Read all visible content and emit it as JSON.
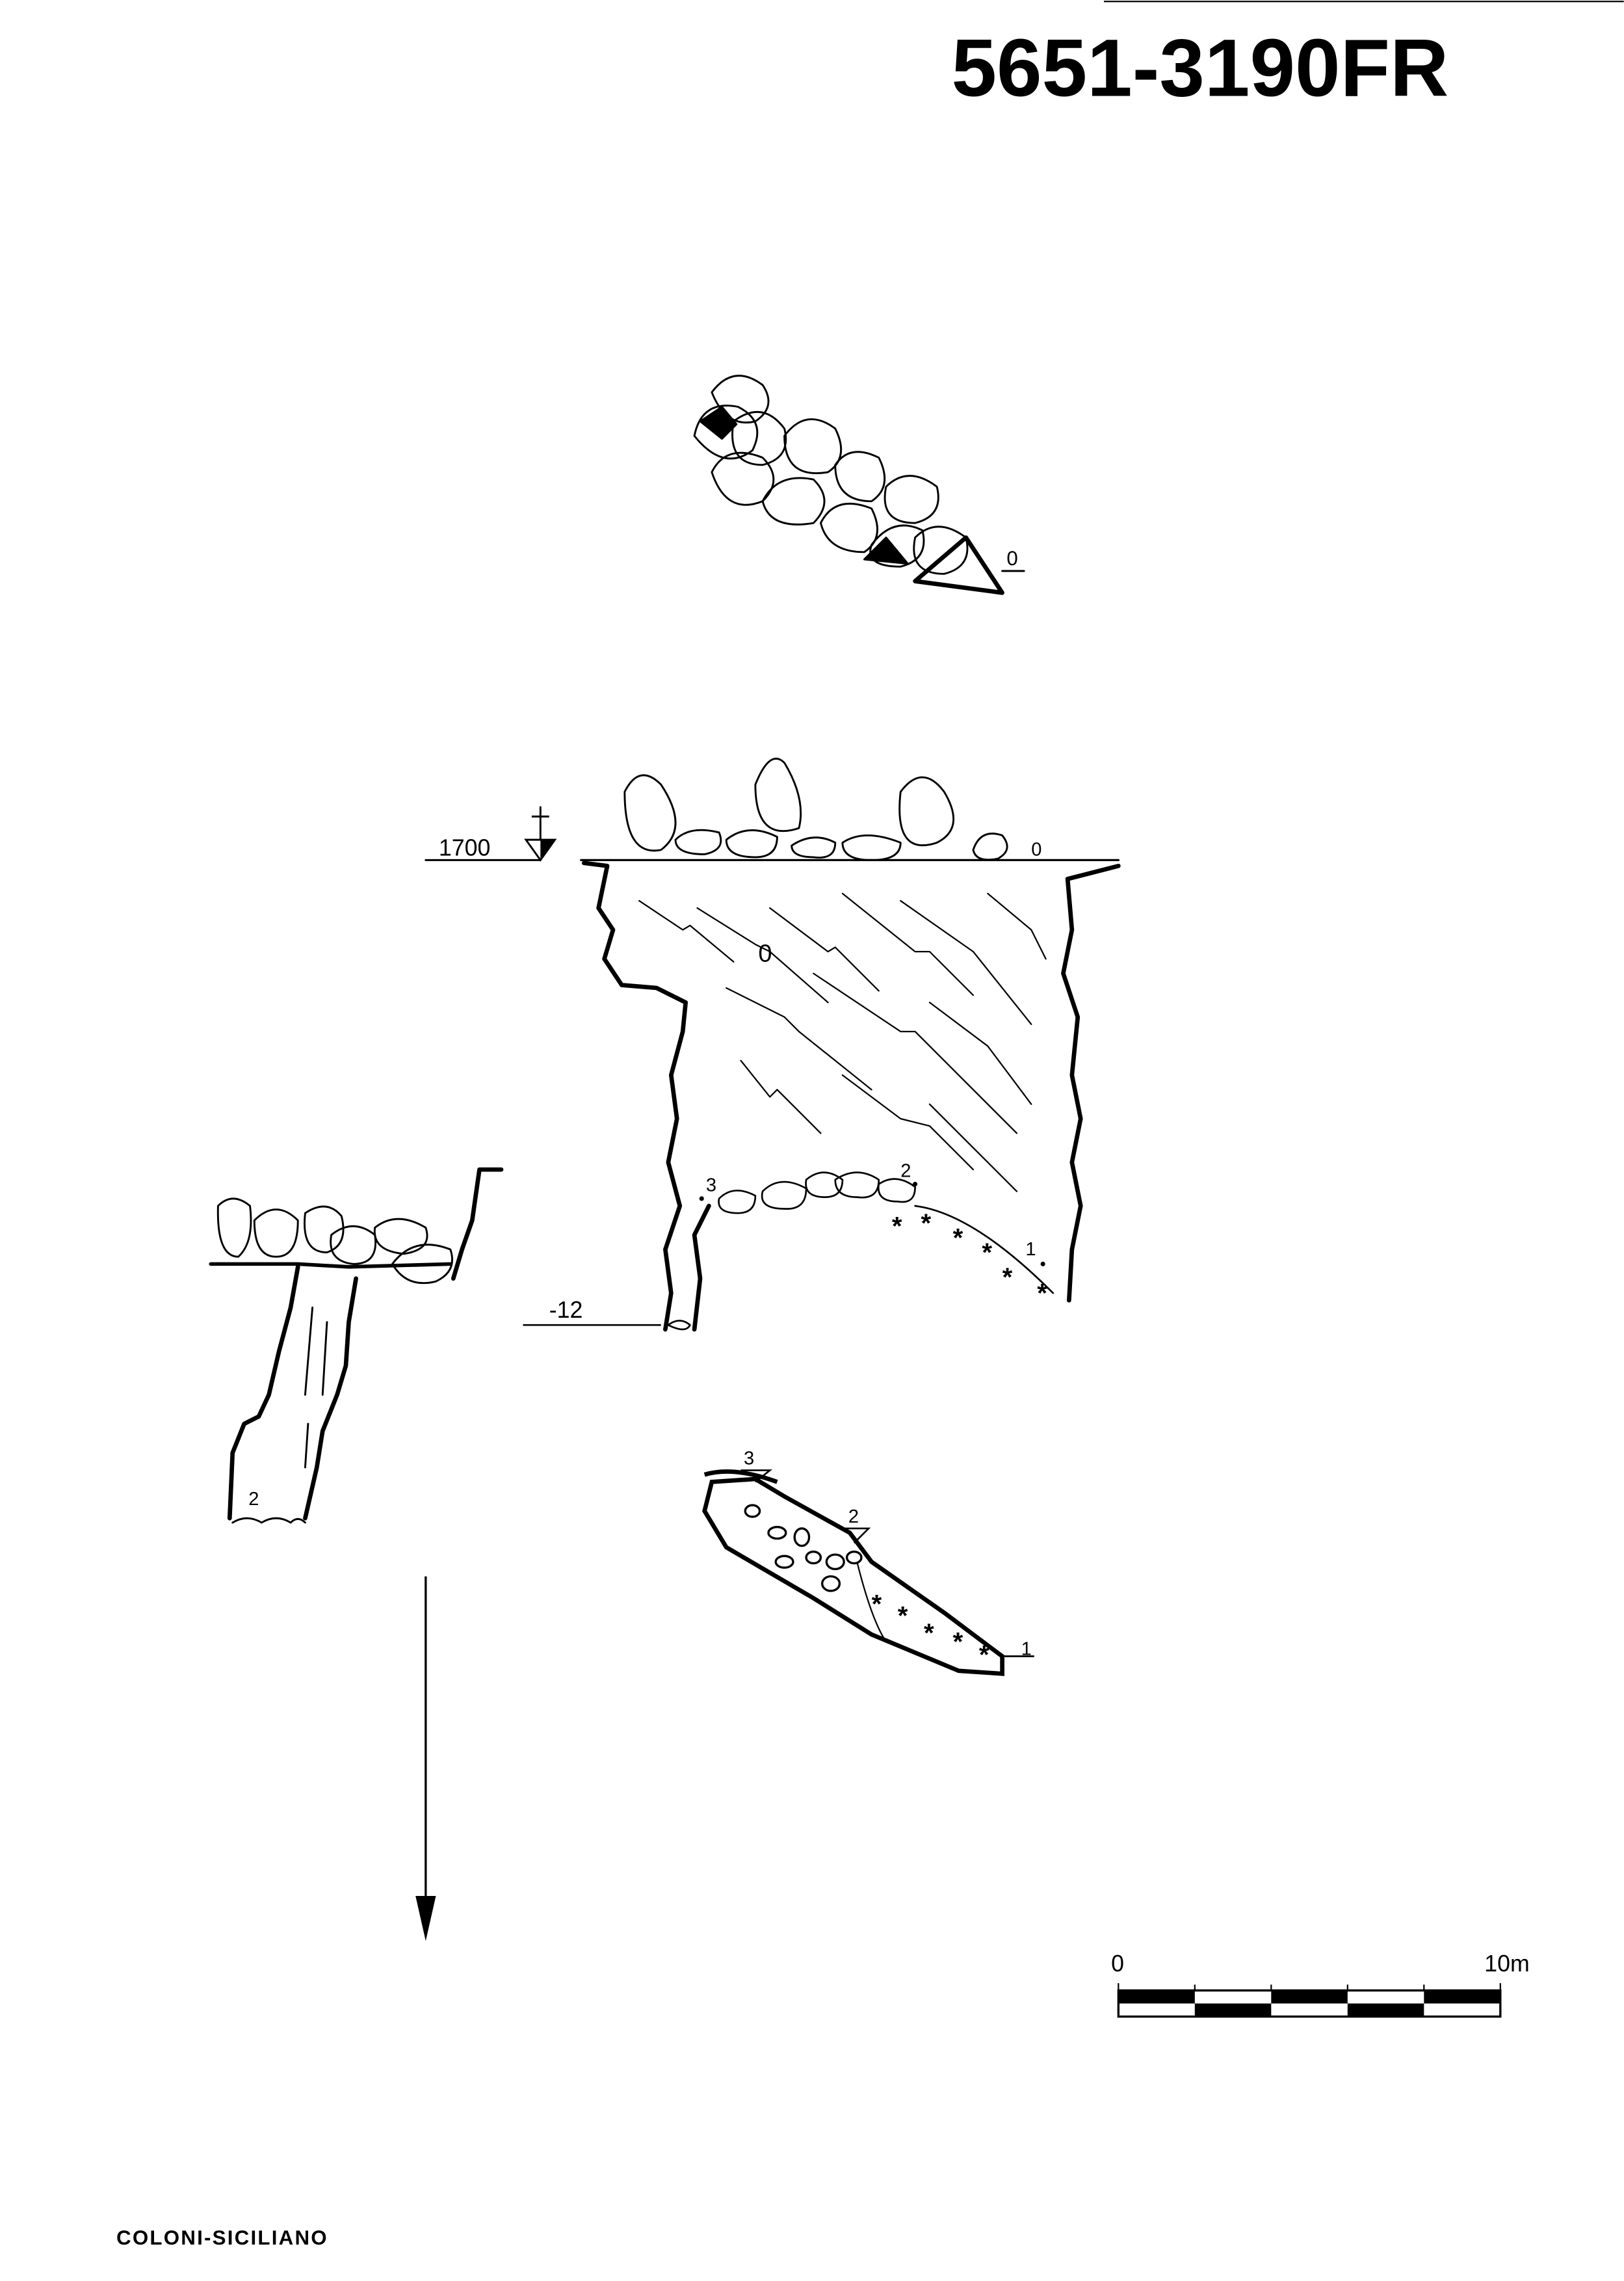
{
  "header": {
    "cave_code": "5651-3190FR"
  },
  "plan_top": {
    "station_0": "0"
  },
  "section": {
    "altitude_label": "1700",
    "station_0_surface": "0",
    "fill_label": "0",
    "station_1": "1",
    "station_2": "2",
    "station_3": "3",
    "depth_label": "-12"
  },
  "profile_left": {
    "station_2": "2"
  },
  "plan_bottom": {
    "station_1": "1",
    "station_2": "2",
    "station_3": "3"
  },
  "scale_bar": {
    "start_label": "0",
    "end_label": "10m",
    "segments": 5
  },
  "footer": {
    "authors": "COLONI-SICILIANO"
  },
  "colors": {
    "ink": "#000000",
    "paper": "#ffffff"
  }
}
